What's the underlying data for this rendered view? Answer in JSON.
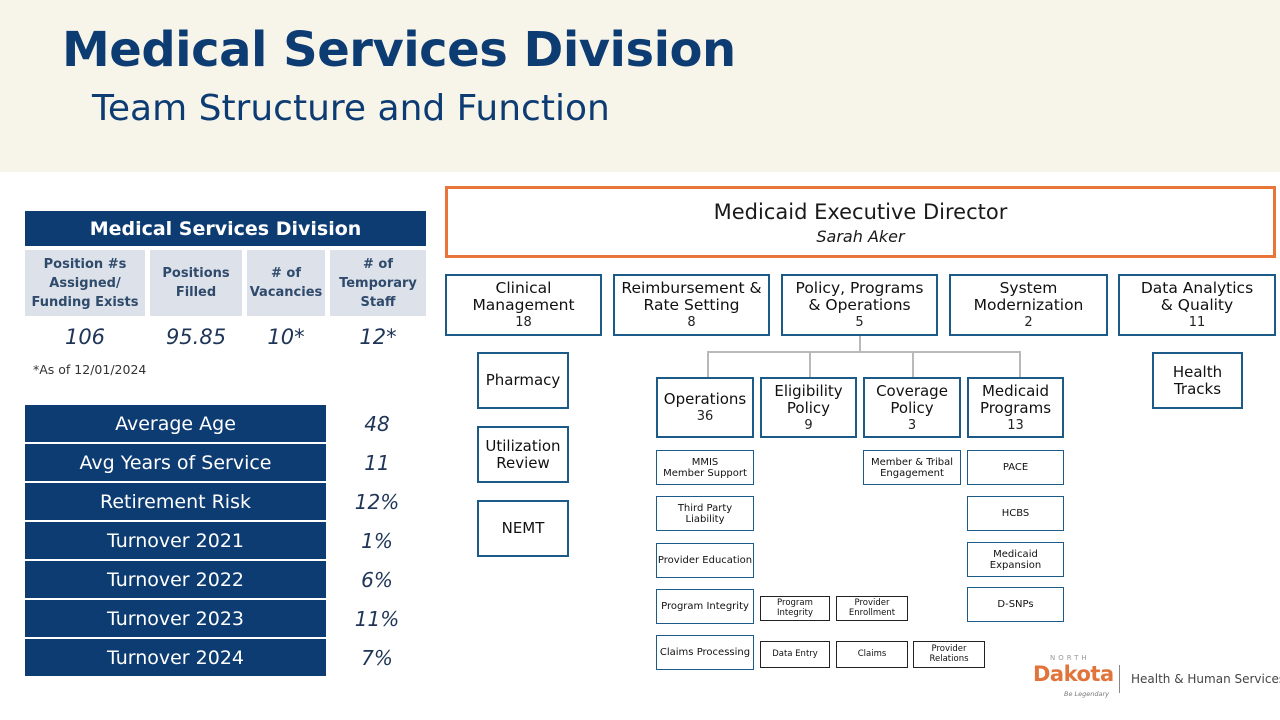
{
  "page": {
    "title": "Medical Services Division",
    "subtitle": "Team Structure and Function"
  },
  "stats": {
    "heading": "Medical Services Division",
    "columns": [
      {
        "label": "Position #s\nAssigned/\nFunding Exists",
        "value": "106"
      },
      {
        "label": "Positions\nFilled",
        "value": "95.85"
      },
      {
        "label": "# of\nVacancies",
        "value": "10*"
      },
      {
        "label": "# of\nTemporary\nStaff",
        "value": "12*"
      }
    ],
    "note": "*As of 12/01/2024"
  },
  "metrics": [
    {
      "label": "Average Age",
      "value": "48"
    },
    {
      "label": "Avg Years of Service",
      "value": "11"
    },
    {
      "label": "Retirement Risk",
      "value": "12%"
    },
    {
      "label": "Turnover 2021",
      "value": "1%"
    },
    {
      "label": "Turnover 2022",
      "value": "6%"
    },
    {
      "label": "Turnover 2023",
      "value": "11%"
    },
    {
      "label": "Turnover 2024",
      "value": "7%"
    }
  ],
  "org": {
    "executive": {
      "title": "Medicaid Executive Director",
      "name": "Sarah Aker"
    },
    "units": [
      {
        "name": "Clinical\nManagement",
        "count": "18"
      },
      {
        "name": "Reimbursement &\nRate Setting",
        "count": "8"
      },
      {
        "name": "Policy, Programs\n& Operations",
        "count": "5"
      },
      {
        "name": "System\nModernization",
        "count": "2"
      },
      {
        "name": "Data Analytics\n& Quality",
        "count": "11"
      }
    ],
    "clinical_teams": [
      "Pharmacy",
      "Utilization\nReview",
      "NEMT"
    ],
    "analytics_teams": [
      "Health\nTracks"
    ],
    "policy_teams": [
      {
        "name": "Operations",
        "count": "36"
      },
      {
        "name": "Eligibility\nPolicy",
        "count": "9"
      },
      {
        "name": "Coverage\nPolicy",
        "count": "3"
      },
      {
        "name": "Medicaid\nPrograms",
        "count": "13"
      }
    ],
    "operations_subteams": [
      "MMIS\nMember Support",
      "Third Party Liability",
      "Provider Education",
      "Program Integrity",
      "Claims Processing"
    ],
    "program_integrity_subteams": [
      "Program\nIntegrity",
      "Provider\nEnrollment"
    ],
    "claims_subteams": [
      "Data Entry",
      "Claims",
      "Provider\nRelations"
    ],
    "coverage_subteams": [
      "Member & Tribal\nEngagement"
    ],
    "medicaid_programs_subteams": [
      "PACE",
      "HCBS",
      "Medicaid Expansion",
      "D-SNPs"
    ]
  },
  "logo": {
    "north": "NORTH",
    "dakota": "Dakota",
    "tagline": "Be Legendary",
    "department": "Health & Human Services"
  }
}
